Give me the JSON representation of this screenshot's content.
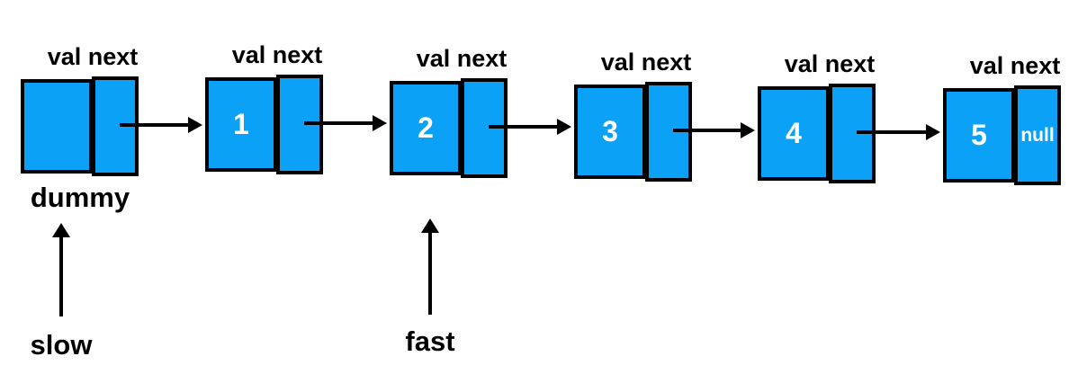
{
  "diagram": {
    "title": "linked-list-with-dummy-slow-fast-pointers",
    "nodes": [
      {
        "header": "val next",
        "val": "",
        "next": ""
      },
      {
        "header": "val next",
        "val": "1",
        "next": ""
      },
      {
        "header": "val next",
        "val": "2",
        "next": ""
      },
      {
        "header": "val next",
        "val": "3",
        "next": ""
      },
      {
        "header": "val next",
        "val": "4",
        "next": ""
      },
      {
        "header": "val next",
        "val": "5",
        "next": "null"
      }
    ],
    "annotations": {
      "dummy": "dummy",
      "slow": "slow",
      "fast": "fast"
    },
    "colors": {
      "node_fill": "#0ba1f6",
      "border": "#000000",
      "value_text": "#ffffff",
      "label_text": "#000000"
    }
  }
}
